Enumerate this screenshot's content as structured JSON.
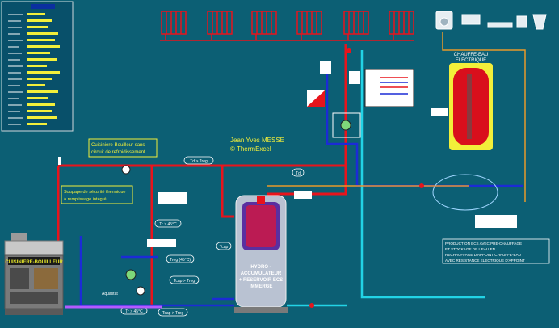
{
  "author": {
    "name": "Jean Yves MESSE",
    "company": "© ThermExcel"
  },
  "labels": {
    "boiler_callout_line1": "Cuisinière-Bouilleur sans",
    "boiler_callout_line2": "circuit de refroidissement",
    "safety_callout_line1": "Soupape de sécurité thermique",
    "safety_callout_line2": "à remplissage intégré",
    "heater_title_line1": "CHAUFFE-EAU",
    "heater_title_line2": "ELECTRIQUE",
    "stove_name": "CUISINIERE-BOUILLEUR",
    "tank_line1": "HYDRO -",
    "tank_line2": "ACCUMULATEUR",
    "tank_line3": "+ RESERVOIR ECS",
    "tank_line4": "IMMERGE",
    "aquastat": "Aquastat",
    "info_line1": "PRODUCTION ECS AVEC PRE-CHAUFFAGE",
    "info_line2": "ET STOCKAGE DE L'EAU EN",
    "info_line3": "RECHAUFFAGE D'APPOINT CHAUFFE-EAU",
    "info_line4": "AVEC RESISTANCE ELECTRIQUE D'APPOINT"
  },
  "tags": {
    "td_treg": "Td > Treg",
    "td": "Td",
    "tr_gt_45_a": "Tr > 45°C",
    "treg_45": "Treg (45°C)",
    "tcap_treg_a": "Tcap > Treg",
    "tcap_treg_b": "Tcap > Treg",
    "tr_gt_45_b": "Tr > 45°C",
    "tcap": "Tcap"
  },
  "colors": {
    "background": "#0c5f74",
    "hot": "#e8141c",
    "cold": "#1c2bd6",
    "ecs": "#22d3e6",
    "callout": "#ffff33",
    "mix": "#b45bff",
    "orange": "#e89a2a"
  }
}
